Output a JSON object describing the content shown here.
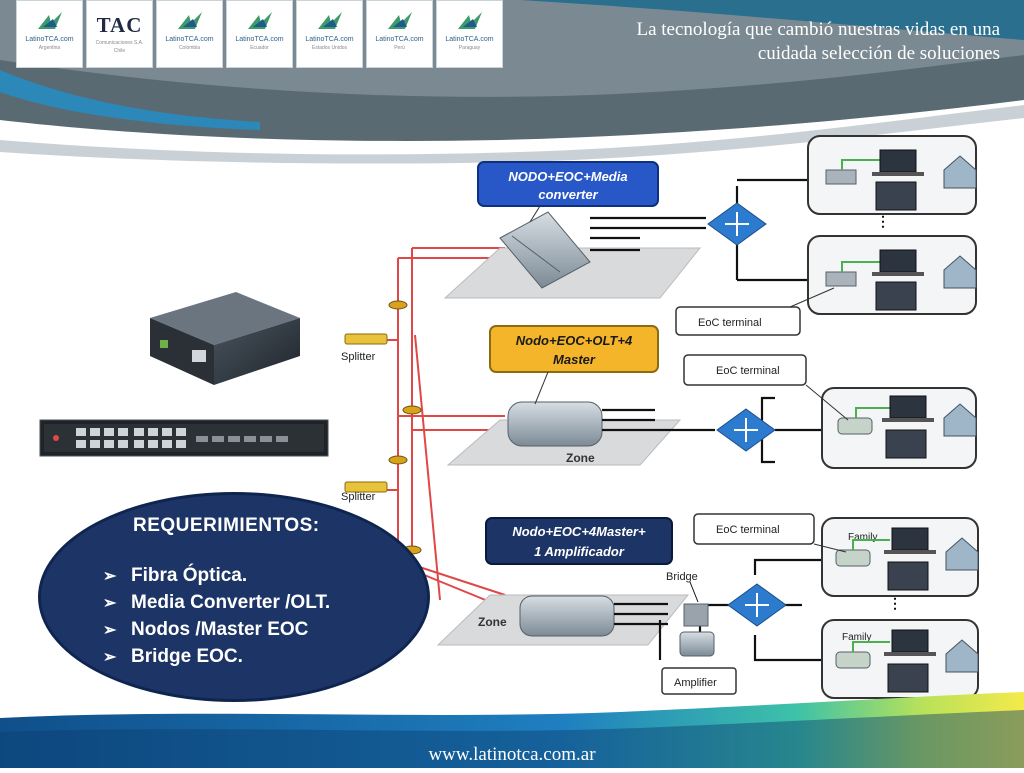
{
  "header": {
    "tagline_line1": "La tecnología que cambió nuestras vidas en una",
    "tagline_line2": "cuidada selección de soluciones",
    "logos": [
      {
        "name": "LatinoTCA.com",
        "country": "Argentina"
      },
      {
        "name": "TAC",
        "subtitle": "Comunicaciones S.A.",
        "country": "Chile"
      },
      {
        "name": "LatinoTCA.com",
        "country": "Colombia"
      },
      {
        "name": "LatinoTCA.com",
        "country": "Ecuador"
      },
      {
        "name": "LatinoTCA.com",
        "country": "Estados Unidos"
      },
      {
        "name": "LatinoTCA.com",
        "country": "Perú"
      },
      {
        "name": "LatinoTCA.com",
        "country": "Paraguay"
      }
    ]
  },
  "diagram": {
    "node1": "NODO+EOC+Media converter",
    "node1_line1": "NODO+EOC+Media",
    "node1_line2": "converter",
    "node2_line1": "Nodo+EOC+OLT+4",
    "node2_line2": "Master",
    "node3_line1": "Nodo+EOC+4Master+",
    "node3_line2": "1 Amplificador",
    "splitter": "Splitter",
    "zone": "Zone",
    "eoc_terminal": "EoC terminal",
    "family": "Family",
    "bridge": "Bridge",
    "amplifier": "Amplifier"
  },
  "requirements": {
    "title": "REQUERIMIENTOS:",
    "items": [
      "Fibra Óptica.",
      "Media Converter /OLT.",
      "Nodos /Master EOC",
      "Bridge EOC."
    ]
  },
  "footer": {
    "url": "www.latinotca.com.ar"
  },
  "colors": {
    "navy": "#1d3566",
    "blue_box": "#2857c8",
    "yellow_box": "#f4b52b",
    "red_fiber": "#e04848",
    "green_link": "#4caf50"
  }
}
